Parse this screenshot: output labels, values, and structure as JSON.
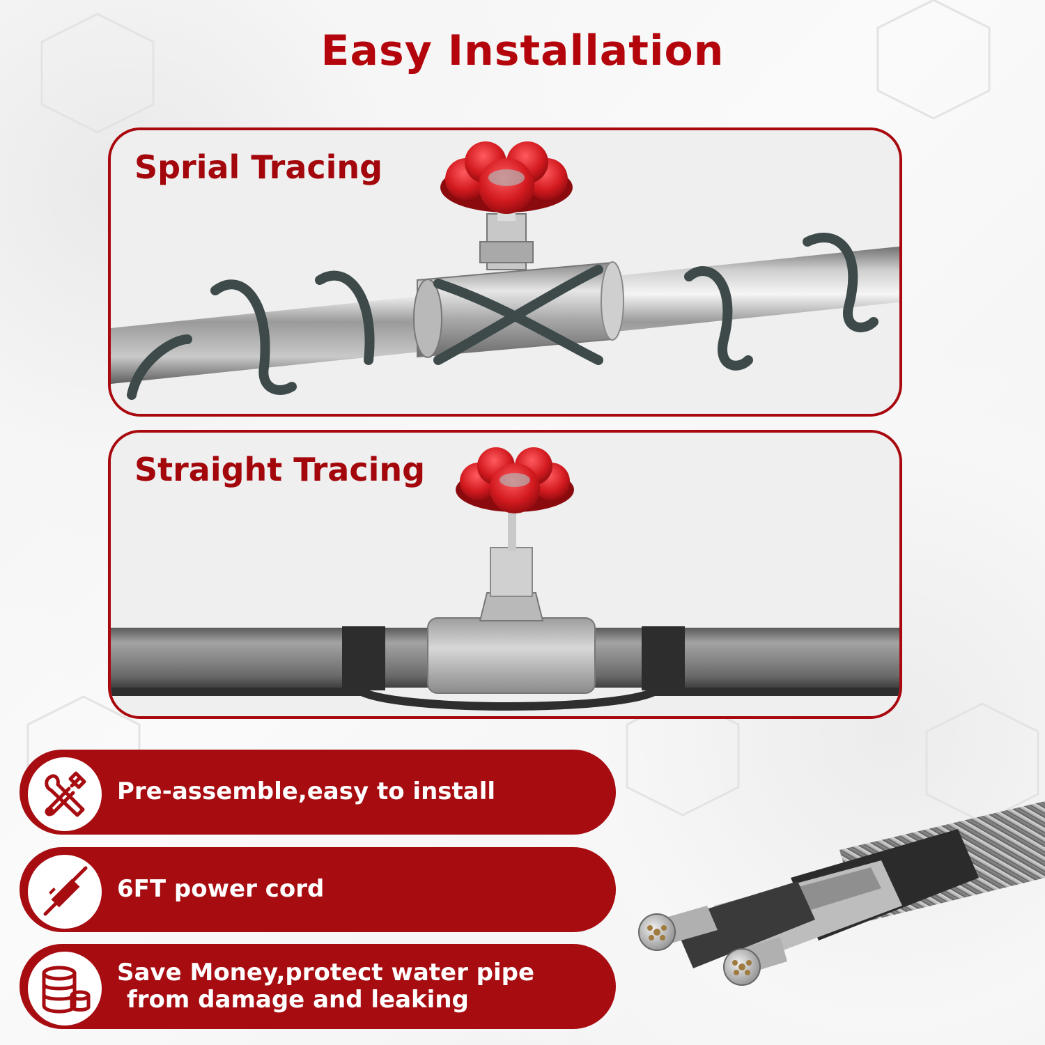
{
  "title": "Easy Installation",
  "panels": [
    {
      "label": "Sprial Tracing"
    },
    {
      "label": "Straight Tracing"
    }
  ],
  "features": [
    {
      "icon": "tools-icon",
      "text": "Pre-assemble,easy to install"
    },
    {
      "icon": "power-cord-icon",
      "text": "6FT power cord"
    },
    {
      "icon": "coins-icon",
      "line1": "Save Money,protect water pipe",
      "line2": "from damage and leaking"
    }
  ],
  "colors": {
    "accent": "#a8080e",
    "title": "#b3050b",
    "feature_bg": "#a70c11",
    "valve_red": "#d21a1f"
  }
}
